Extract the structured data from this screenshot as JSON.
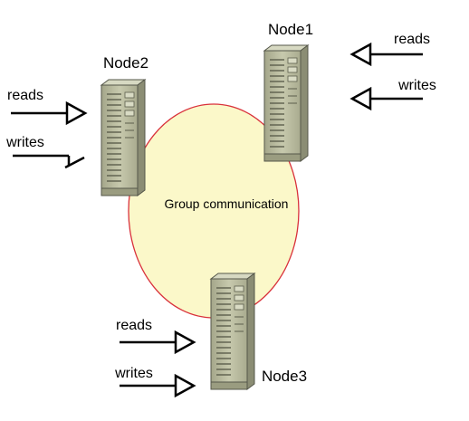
{
  "diagram": {
    "center_label": "Group communication",
    "nodes": [
      {
        "id": "node1",
        "label": "Node1"
      },
      {
        "id": "node2",
        "label": "Node2"
      },
      {
        "id": "node3",
        "label": "Node3"
      }
    ],
    "arrows": {
      "node1_reads": "reads",
      "node1_writes": "writes",
      "node2_reads": "reads",
      "node2_writes": "writes",
      "node3_reads": "reads",
      "node3_writes": "writes"
    }
  },
  "colors": {
    "circle_fill": "#fbf8c9",
    "circle_stroke": "#d9313b",
    "server_body": "#b9bb9c",
    "server_dark": "#6f715b",
    "server_light": "#e3e5cf",
    "arrow": "#000000"
  },
  "icons": [
    "server-icon",
    "arrow-right-icon",
    "arrow-left-icon"
  ]
}
